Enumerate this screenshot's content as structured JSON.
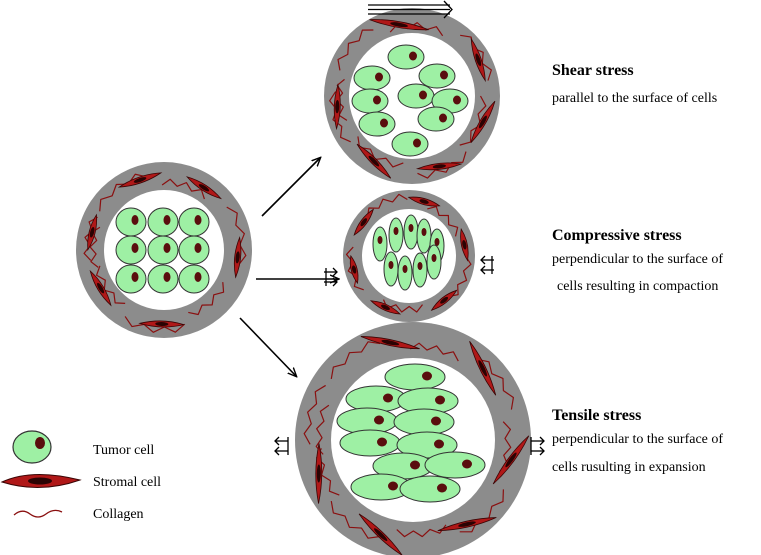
{
  "stresses": [
    {
      "id": "shear",
      "title": "Shear stress",
      "desc_lines": [
        "parallel to the surface of cells"
      ]
    },
    {
      "id": "compressive",
      "title": "Compressive stress",
      "desc_lines": [
        "perpendicular to the surface of",
        "cells resulting in compaction"
      ]
    },
    {
      "id": "tensile",
      "title": "Tensile stress",
      "desc_lines": [
        "perpendicular to the surface of",
        "cells rusulting in expansion"
      ]
    }
  ],
  "legend": [
    {
      "id": "tumor",
      "label": "Tumor cell"
    },
    {
      "id": "stromal",
      "label": "Stromal cell"
    },
    {
      "id": "collagen",
      "label": "Collagen"
    }
  ],
  "colors": {
    "tumor_fill": "#9ef0a4",
    "nucleus": "#5a0e0e",
    "stroma_ring": "#8c8c8c",
    "stromal_cell": "#b01818",
    "collagen": "#8a1010",
    "lumen": "#ffffff"
  }
}
